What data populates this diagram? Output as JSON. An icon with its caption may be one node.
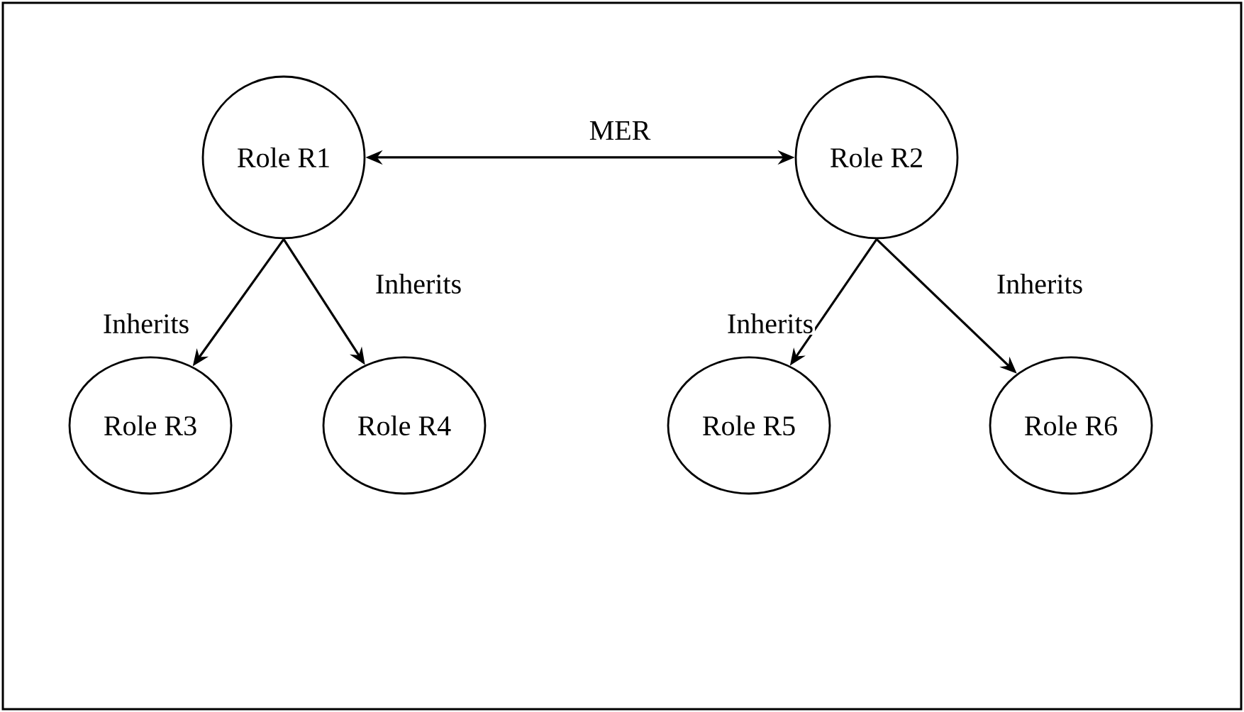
{
  "diagram": {
    "nodes": [
      {
        "text": [
          "Role R1"
        ]
      },
      {
        "text": [
          "Role R2"
        ]
      },
      {
        "text": [
          "Role R3"
        ]
      },
      {
        "text": [
          "Role R4"
        ]
      },
      {
        "text": [
          "Role R5"
        ]
      },
      {
        "text": [
          "Role R6"
        ]
      }
    ],
    "edges": [
      {
        "from": 0,
        "to": 1,
        "arrow": "both",
        "label": "MER"
      },
      {
        "from": 0,
        "to": 2,
        "arrow": "to",
        "label": "Inherits"
      },
      {
        "from": 0,
        "to": 3,
        "arrow": "to",
        "label": "Inherits"
      },
      {
        "from": 1,
        "to": 4,
        "arrow": "to",
        "label": "Inherits"
      },
      {
        "from": 1,
        "to": 5,
        "arrow": "to",
        "label": "Inherits"
      }
    ]
  }
}
